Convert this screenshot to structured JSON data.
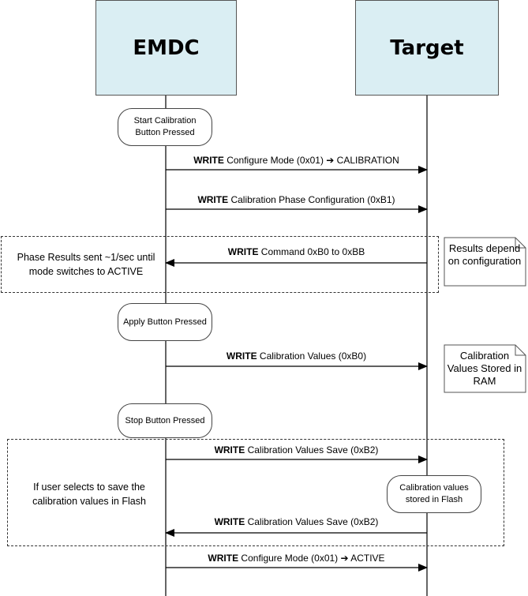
{
  "lifelines": {
    "left": "EMDC",
    "right": "Target"
  },
  "events": {
    "start": "Start Calibration Button Pressed",
    "apply": "Apply Button Pressed",
    "stop": "Stop Button Pressed",
    "flash": "Calibration values stored in Flash"
  },
  "messages": [
    {
      "keyword": "WRITE",
      "text": " Configure Mode (0x01) ➔ CALIBRATION"
    },
    {
      "keyword": "WRITE",
      "text": " Calibration Phase Configuration  (0xB1)"
    },
    {
      "keyword": "WRITE",
      "text": " Command 0xB0 to 0xBB"
    },
    {
      "keyword": "WRITE",
      "text": " Calibration Values (0xB0)"
    },
    {
      "keyword": "WRITE",
      "text": " Calibration Values Save (0xB2)"
    },
    {
      "keyword": "WRITE",
      "text": " Calibration Values Save (0xB2)"
    },
    {
      "keyword": "WRITE",
      "text": " Configure Mode (0x01) ➔ ACTIVE"
    }
  ],
  "notes": {
    "results": "Results depend on configuration",
    "ram": "Calibration Values Stored in RAM"
  },
  "side_text": {
    "phase": "Phase Results sent ~1/sec until mode switches to ACTIVE",
    "save": "If user selects to save the calibration values in Flash"
  },
  "colors": {
    "lifeline_fill": "#daeef3",
    "line": "#000000"
  }
}
